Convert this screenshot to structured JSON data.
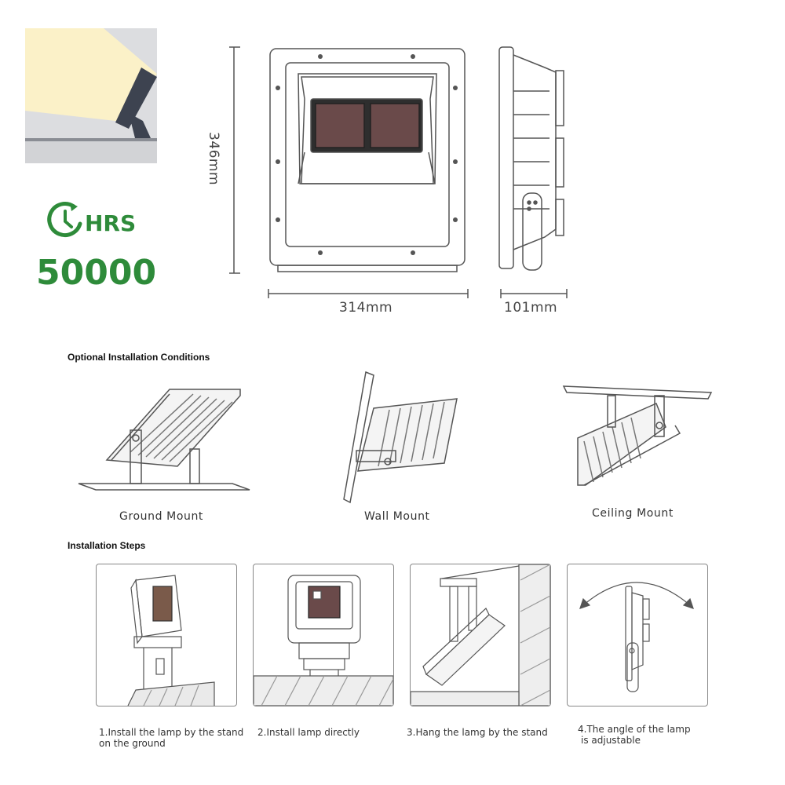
{
  "badge": {
    "hrs_label": "HRS",
    "hours_value": "50000"
  },
  "dimensions": {
    "height": "346mm",
    "width": "314mm",
    "depth": "101mm"
  },
  "sections": {
    "optional_title": "Optional Installation Conditions",
    "steps_title": "Installation Steps"
  },
  "mounts": [
    {
      "label": "Ground Mount"
    },
    {
      "label": "Wall Mount"
    },
    {
      "label": "Ceiling Mount"
    }
  ],
  "steps": [
    {
      "line1": "1.Install  the lamp by the stand",
      "line2": "on the ground"
    },
    {
      "line1": "2.Install lamp directly",
      "line2": ""
    },
    {
      "line1": "3.Hang the lamg by the stand",
      "line2": ""
    },
    {
      "line1": "4.The angle of the lamp",
      "line2": "is adjustable"
    }
  ],
  "colors": {
    "accent_green": "#2e8b3a",
    "light_beam": "#fbf1c8",
    "panel_gray": "#dcdde0",
    "outline": "#555555"
  }
}
